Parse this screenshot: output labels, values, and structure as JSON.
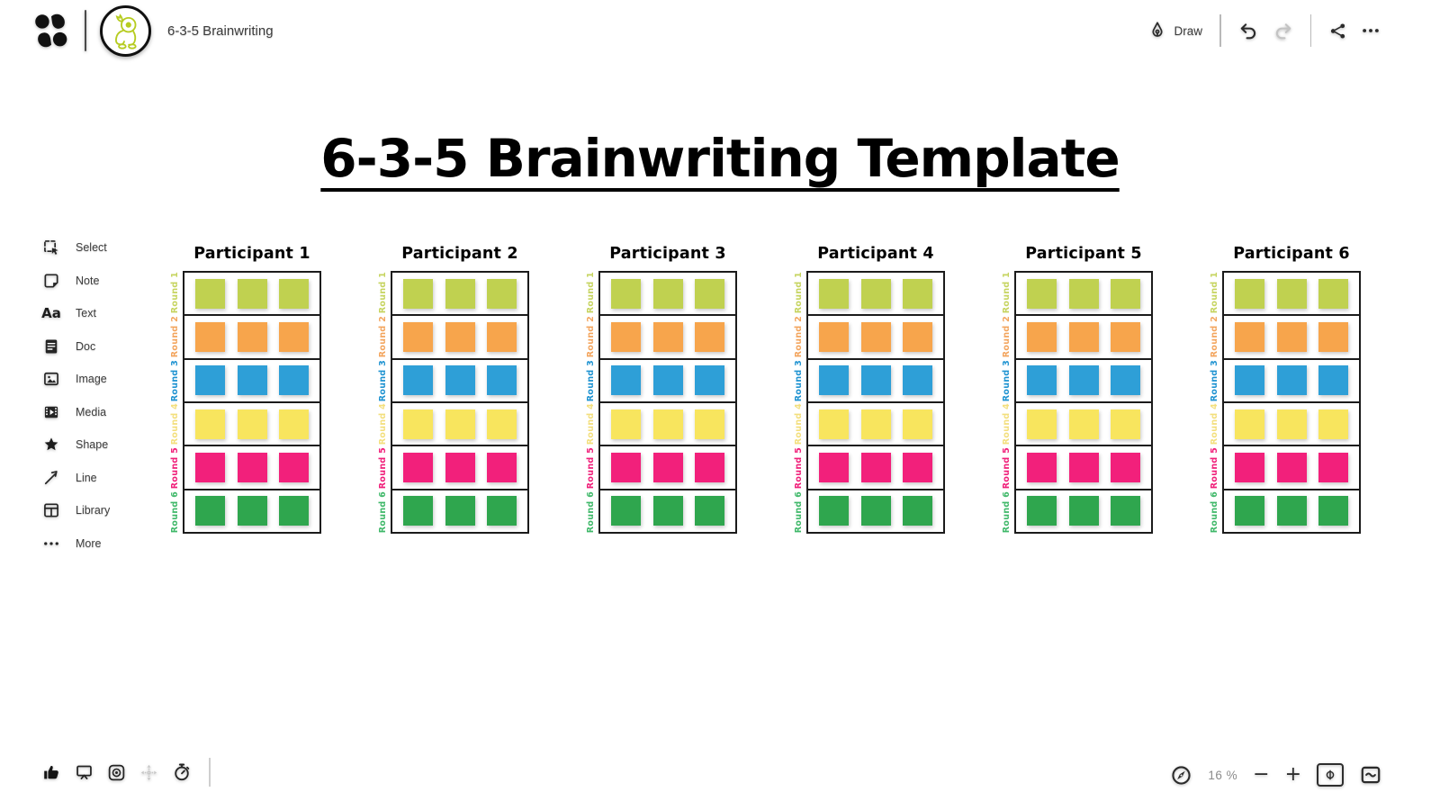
{
  "app": {
    "board_title": "6-3-5 Brainwriting"
  },
  "topbar": {
    "draw_label": "Draw"
  },
  "sidebar": {
    "items": [
      {
        "label": "Select",
        "icon": "select-icon"
      },
      {
        "label": "Note",
        "icon": "note-icon"
      },
      {
        "label": "Text",
        "icon": "text-icon"
      },
      {
        "label": "Doc",
        "icon": "doc-icon"
      },
      {
        "label": "Image",
        "icon": "image-icon"
      },
      {
        "label": "Media",
        "icon": "media-icon"
      },
      {
        "label": "Shape",
        "icon": "shape-icon"
      },
      {
        "label": "Line",
        "icon": "line-icon"
      },
      {
        "label": "Library",
        "icon": "library-icon"
      },
      {
        "label": "More",
        "icon": "more-icon"
      }
    ]
  },
  "canvas": {
    "title": "6-3-5 Brainwriting Template",
    "participants": [
      "Participant 1",
      "Participant 2",
      "Participant 3",
      "Participant 4",
      "Participant 5",
      "Participant 6"
    ],
    "rounds": [
      {
        "label": "Round 1",
        "note_color": "#c0d150",
        "label_color": "#c6d45f"
      },
      {
        "label": "Round 2",
        "note_color": "#f7a54c",
        "label_color": "#f3a55e"
      },
      {
        "label": "Round 3",
        "note_color": "#2e9fd7",
        "label_color": "#1f93d1"
      },
      {
        "label": "Round 4",
        "note_color": "#f8e55e",
        "label_color": "#f3df7d"
      },
      {
        "label": "Round 5",
        "note_color": "#f2207b",
        "label_color": "#f0207a"
      },
      {
        "label": "Round 6",
        "note_color": "#2fa64e",
        "label_color": "#3fb869"
      }
    ],
    "notes_per_row": 3
  },
  "bottombar": {
    "left_icons": [
      {
        "name": "thumbs-up-icon",
        "icon": "thumbs-up-icon"
      },
      {
        "name": "present-icon",
        "icon": "present-icon"
      },
      {
        "name": "target-icon",
        "icon": "target-icon"
      },
      {
        "name": "move-icon",
        "icon": "move-icon"
      },
      {
        "name": "timer-icon",
        "icon": "timer-icon"
      }
    ],
    "zoom_level": "16 %",
    "zoom_out_label": "−",
    "zoom_in_label": "+"
  }
}
